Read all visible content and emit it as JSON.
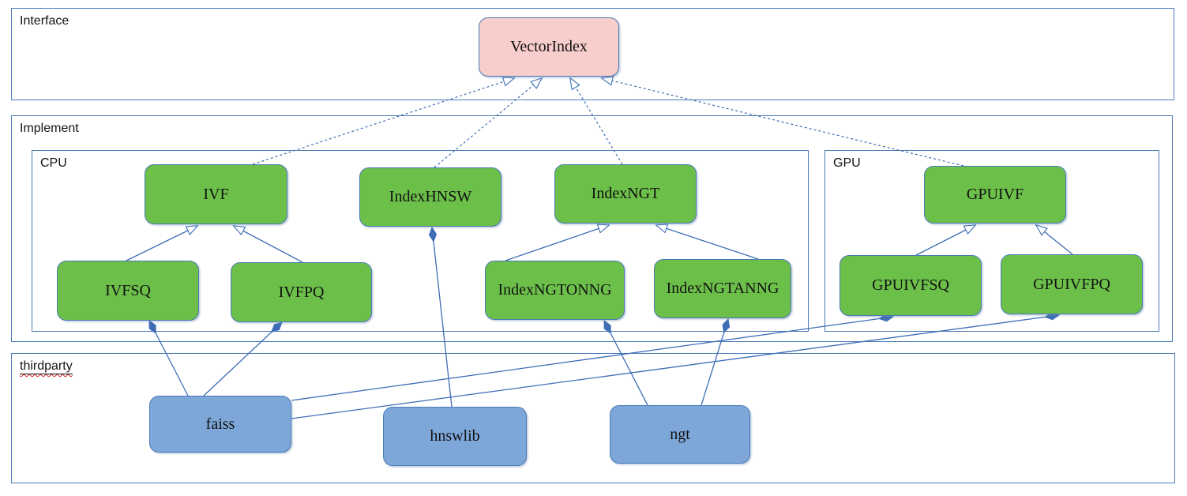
{
  "sections": {
    "interface": {
      "label": "Interface"
    },
    "implement": {
      "label": "Implement"
    },
    "cpu": {
      "label": "CPU"
    },
    "gpu": {
      "label": "GPU"
    },
    "thirdparty": {
      "label": "thirdparty",
      "spellcheck_squiggle": true
    }
  },
  "nodes": {
    "vectorindex": {
      "label": "VectorIndex",
      "section": "interface",
      "fill": "#f8cecc"
    },
    "ivf": {
      "label": "IVF",
      "section": "cpu",
      "fill": "#6cc04a"
    },
    "indexhnsw": {
      "label": "IndexHNSW",
      "section": "cpu",
      "fill": "#6cc04a"
    },
    "indexngt": {
      "label": "IndexNGT",
      "section": "cpu",
      "fill": "#6cc04a"
    },
    "ivfsq": {
      "label": "IVFSQ",
      "section": "cpu",
      "fill": "#6cc04a"
    },
    "ivfpq": {
      "label": "IVFPQ",
      "section": "cpu",
      "fill": "#6cc04a"
    },
    "indexngtonng": {
      "label": "IndexNGTONNG",
      "section": "cpu",
      "fill": "#6cc04a"
    },
    "indexngtanng": {
      "label": "IndexNGTANNG",
      "section": "cpu",
      "fill": "#6cc04a"
    },
    "gpuivf": {
      "label": "GPUIVF",
      "section": "gpu",
      "fill": "#6cc04a"
    },
    "gpuivfsq": {
      "label": "GPUIVFSQ",
      "section": "gpu",
      "fill": "#6cc04a"
    },
    "gpuivfpq": {
      "label": "GPUIVFPQ",
      "section": "gpu",
      "fill": "#6cc04a"
    },
    "faiss": {
      "label": "faiss",
      "section": "thirdparty",
      "fill": "#7da7d9"
    },
    "hnswlib": {
      "label": "hnswlib",
      "section": "thirdparty",
      "fill": "#7da7d9"
    },
    "ngt": {
      "label": "ngt",
      "section": "thirdparty",
      "fill": "#7da7d9"
    }
  },
  "edges": [
    {
      "from": "IVF",
      "to": "VectorIndex",
      "type": "realization",
      "style": "dashed, hollow triangle at target"
    },
    {
      "from": "IndexHNSW",
      "to": "VectorIndex",
      "type": "realization",
      "style": "dashed, hollow triangle at target"
    },
    {
      "from": "IndexNGT",
      "to": "VectorIndex",
      "type": "realization",
      "style": "dashed, hollow triangle at target"
    },
    {
      "from": "GPUIVF",
      "to": "VectorIndex",
      "type": "realization",
      "style": "dashed, hollow triangle at target"
    },
    {
      "from": "IVFSQ",
      "to": "IVF",
      "type": "generalization",
      "style": "solid, hollow triangle at target"
    },
    {
      "from": "IVFPQ",
      "to": "IVF",
      "type": "generalization",
      "style": "solid, hollow triangle at target"
    },
    {
      "from": "IndexNGTONNG",
      "to": "IndexNGT",
      "type": "generalization",
      "style": "solid, hollow triangle at target"
    },
    {
      "from": "IndexNGTANNG",
      "to": "IndexNGT",
      "type": "generalization",
      "style": "solid, hollow triangle at target"
    },
    {
      "from": "GPUIVFSQ",
      "to": "GPUIVF",
      "type": "generalization",
      "style": "solid, hollow triangle at target"
    },
    {
      "from": "GPUIVFPQ",
      "to": "GPUIVF",
      "type": "generalization",
      "style": "solid, hollow triangle at target"
    },
    {
      "from": "faiss",
      "to": "IVFSQ",
      "type": "composition",
      "style": "solid, filled diamond at target"
    },
    {
      "from": "faiss",
      "to": "IVFPQ",
      "type": "composition",
      "style": "solid, filled diamond at target"
    },
    {
      "from": "faiss",
      "to": "GPUIVFSQ",
      "type": "composition",
      "style": "solid, filled diamond at target"
    },
    {
      "from": "faiss",
      "to": "GPUIVFPQ",
      "type": "composition",
      "style": "solid, filled diamond at target"
    },
    {
      "from": "hnswlib",
      "to": "IndexHNSW",
      "type": "composition",
      "style": "solid, filled diamond at target"
    },
    {
      "from": "ngt",
      "to": "IndexNGTONNG",
      "type": "composition",
      "style": "solid, filled diamond at target"
    },
    {
      "from": "ngt",
      "to": "IndexNGTANNG",
      "type": "composition",
      "style": "solid, filled diamond at target"
    }
  ],
  "colors": {
    "line": "#3f6eb5",
    "section_border": "#4a7ab5",
    "node_border": "#4a7ab5",
    "node_green": "#6cc04a",
    "node_pink": "#f8cecc",
    "node_blue": "#7da7d9",
    "spellcheck_underline": "#cc2222",
    "background": "#ffffff"
  }
}
